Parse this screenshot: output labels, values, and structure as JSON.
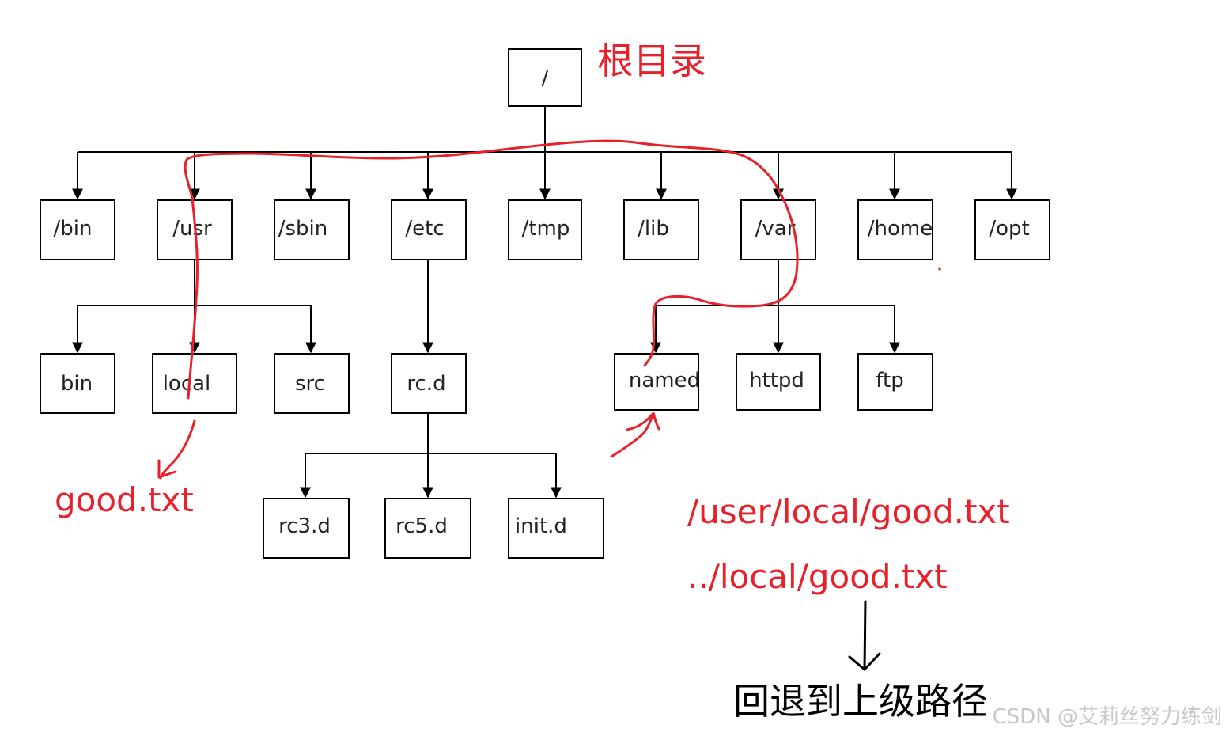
{
  "nodes": {
    "root": "/",
    "bin_top": "/bin",
    "usr": "/usr",
    "sbin": "/sbin",
    "etc": "/etc",
    "tmp": "/tmp",
    "lib": "/lib",
    "var": "/var",
    "home": "/home",
    "opt": "/opt",
    "usr_bin": "bin",
    "usr_local": "local",
    "usr_src": "src",
    "etc_rcd": "rc.d",
    "var_named": "named",
    "var_httpd": "httpd",
    "var_ftp": "ftp",
    "rc3d": "rc3.d",
    "rc5d": "rc5.d",
    "initd": "init.d"
  },
  "annotations": {
    "root_label": "根目录",
    "file_label": "good.txt",
    "absolute_path": "/user/local/good.txt",
    "relative_path": "../local/good.txt",
    "go_up_label": "回退到上级路径"
  },
  "watermark": "CSDN @艾莉丝努力练剑",
  "colors": {
    "ink_red": "#e8202a",
    "ink_black": "#000000",
    "watermark": "#c8c8c8"
  }
}
